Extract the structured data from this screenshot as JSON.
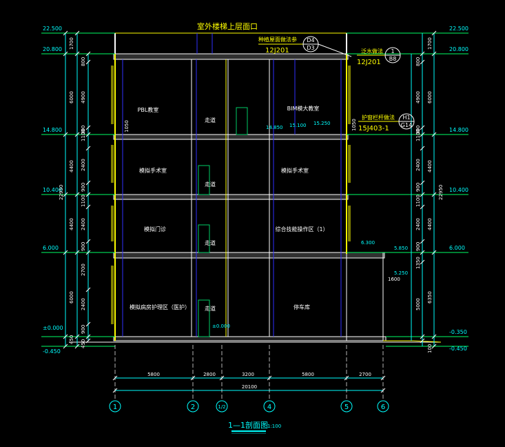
{
  "title": "1—1剖面图",
  "scale": "1:100",
  "roof_label": "室外楼梯上层面口",
  "callouts": [
    {
      "text": "种植屋面做法参",
      "ref": "12J201",
      "top": "D4",
      "bottom": "D3"
    },
    {
      "text": "泛水做法",
      "ref": "12J201",
      "top": "1",
      "bottom": "B8"
    },
    {
      "text": "护窗栏杆做法",
      "ref": "15J403-1",
      "top": "H1",
      "bottom": "G14"
    }
  ],
  "rooms": [
    "PBL教室",
    "走道",
    "BIM模大教室",
    "模拟手术室",
    "走道",
    "模拟手术室",
    "模拟门诊",
    "走道",
    "综合技能操作区（1）",
    "模拟病房护理区（医护）",
    "走道",
    "停车库"
  ],
  "elevations_left": [
    "22.500",
    "20.800",
    "14.800",
    "10.400",
    "6.000",
    "±0.000",
    "-0.450"
  ],
  "elevations_right": [
    "22.500",
    "20.800",
    "14.800",
    "10.400",
    "6.000",
    "-0.350",
    "-0.450"
  ],
  "inner_levels": [
    "14.850",
    "15.100",
    "15.250",
    "6.300",
    "5.850",
    "5.250",
    "±0.000"
  ],
  "left_dims_outer": [
    "1700",
    "6000",
    "4400",
    "4400",
    "6000",
    "450"
  ],
  "left_dims_inner": [
    "800",
    "4900",
    "1100",
    "300",
    "2400",
    "900",
    "1100",
    "2400",
    "900",
    "2700",
    "2400",
    "900",
    "450"
  ],
  "left_total": "22950",
  "right_total": "22950",
  "right_dims_outer": [
    "1700",
    "6000",
    "4400",
    "4400",
    "6350",
    "100"
  ],
  "right_dims_inner": [
    "800",
    "4900",
    "1100",
    "300",
    "2400",
    "900",
    "1100",
    "2400",
    "900",
    "1350",
    "5000"
  ],
  "bottom_dims": [
    "5800",
    "2800",
    "3200",
    "5800",
    "2700"
  ],
  "bottom_total": "20100",
  "misc_dims": [
    "1050",
    "1050",
    "1600"
  ],
  "axes": [
    "1",
    "2",
    "1/2",
    "4",
    "5",
    "6"
  ],
  "colors": {
    "background": "#000000",
    "dim": "#00ffff",
    "level": "#00ff66",
    "text": "#ffffff",
    "wall": "#ffff00",
    "col": "#0000ff"
  }
}
